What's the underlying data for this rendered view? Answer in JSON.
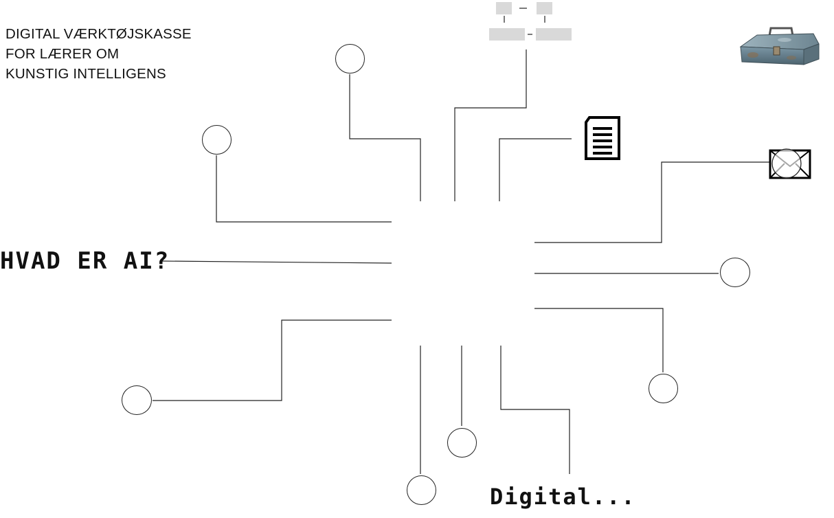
{
  "header": {
    "title_lines": [
      "DIGITAL VÆRKTØJSKASSE",
      "FOR LÆRER OM",
      "KUNSTIG INTELLIGENS"
    ]
  },
  "links": {
    "what_is_ai": "HVAD ER AI?",
    "digital": "Digital..."
  },
  "icons": {
    "toolbox": "toolbox-icon",
    "document": "document-icon",
    "mail": "mail-icon"
  },
  "colors": {
    "line": "#222222",
    "placeholder": "#d9d9d9",
    "text": "#111111"
  }
}
